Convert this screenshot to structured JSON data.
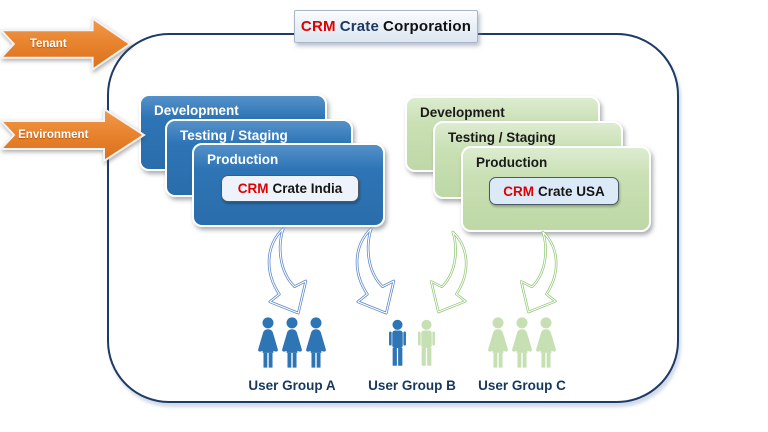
{
  "title": {
    "brand": "CRM",
    "mid": "Crate",
    "rest": "Corporation"
  },
  "side_labels": {
    "tenant": "Tenant",
    "environment": "Environment"
  },
  "stacks": {
    "india": {
      "cards": [
        "Development",
        "Testing / Staging",
        "Production"
      ],
      "chip_brand": "CRM",
      "chip_rest": "Crate India"
    },
    "usa": {
      "cards": [
        "Development",
        "Testing / Staging",
        "Production"
      ],
      "chip_brand": "CRM",
      "chip_rest": "Crate USA"
    }
  },
  "user_groups": [
    {
      "label": "User Group A",
      "members": [
        "woman-blue",
        "woman-blue",
        "woman-blue"
      ]
    },
    {
      "label": "User Group B",
      "members": [
        "man-blue",
        "man-green"
      ]
    },
    {
      "label": "User Group C",
      "members": [
        "woman-green",
        "woman-green",
        "woman-green"
      ]
    }
  ],
  "colors": {
    "card_blue": "#2E75B6",
    "card_green": "#C9E0B4",
    "boundary_navy": "#1E3A66",
    "brand_red": "#E00000",
    "brand_navy": "#1F3864",
    "arrow_orange": "#E8822D",
    "curve_arrow_blue": "#5B87C8",
    "curve_arrow_green": "#8FC573",
    "people_blue": "#2E75B6",
    "people_green": "#C6E0B4",
    "label_navy": "#17375E"
  }
}
